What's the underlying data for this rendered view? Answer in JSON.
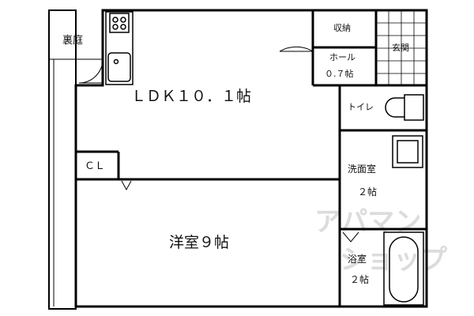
{
  "rooms": {
    "rear_garden": "裏庭",
    "ldk": "ＬＤＫ１０．１帖",
    "storage": "収納",
    "hall_name": "ホール",
    "hall_size": "０.７帖",
    "entrance": "玄関",
    "toilet": "トイレ",
    "closet": "ＣＬ",
    "washroom_name": "洗面室",
    "washroom_size": "２帖",
    "western_room": "洋室９帖",
    "bathroom_name": "浴室",
    "bathroom_size": "２帖"
  },
  "watermark": {
    "line1": "アパマン",
    "line2": "ショップ"
  }
}
